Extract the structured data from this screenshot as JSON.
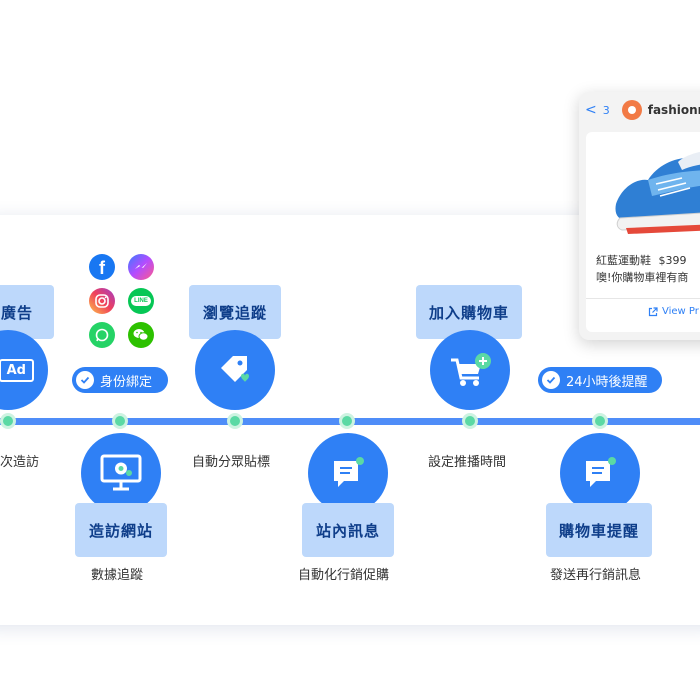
{
  "stages": {
    "ad": {
      "title": "一次廣告",
      "title_visible": "廣告",
      "caption": "一次造訪",
      "caption_visible": "次造訪"
    },
    "visit": {
      "title": "造訪網站",
      "caption": "數據追蹤"
    },
    "browse": {
      "title": "瀏覽追蹤",
      "caption": "自動分眾貼標"
    },
    "message": {
      "title": "站內訊息",
      "caption": "自動化行銷促購"
    },
    "cart": {
      "title": "加入購物車",
      "caption": "設定推播時間"
    },
    "reminder": {
      "title": "購物車提醒",
      "caption": "發送再行銷訊息"
    }
  },
  "ad_icon_text": "Ad",
  "badges": {
    "identity": "身份綁定",
    "reminder_24h": "24小時後提醒"
  },
  "social_icons": [
    "facebook-icon",
    "messenger-icon",
    "instagram-icon",
    "line-icon",
    "whatsapp-icon",
    "wechat-icon"
  ],
  "phone": {
    "back_count": "3",
    "shop_name": "fashionm",
    "product_name": "紅藍運動鞋",
    "price": "$399",
    "message": "噢!你購物車裡有商",
    "view_link": "View Pr"
  },
  "colors": {
    "primary": "#2f80f5",
    "label_bg": "#bdd8fb",
    "label_text": "#0f3e8a",
    "node_green": "#5bd9a4"
  }
}
